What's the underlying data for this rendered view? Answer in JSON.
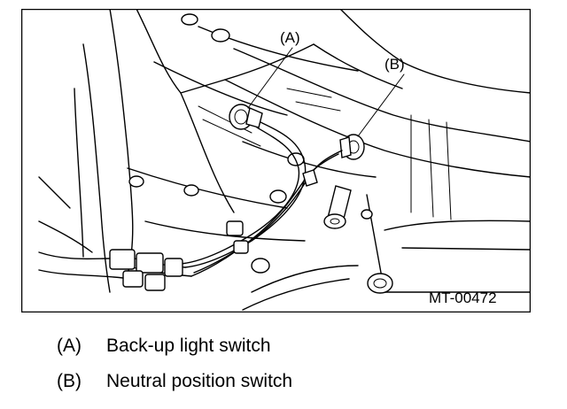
{
  "figure": {
    "code": "MT-00472",
    "callouts": [
      {
        "key": "(A)"
      },
      {
        "key": "(B)"
      }
    ]
  },
  "legend": [
    {
      "key": "(A)",
      "label": "Back-up light switch"
    },
    {
      "key": "(B)",
      "label": "Neutral position switch"
    }
  ]
}
